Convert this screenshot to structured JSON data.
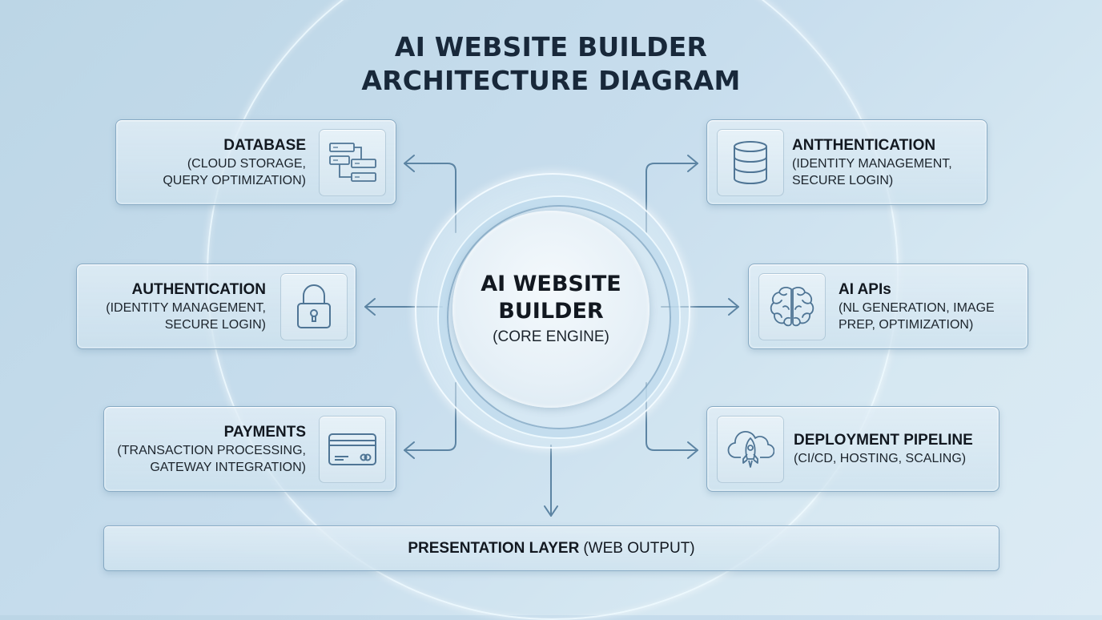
{
  "title": {
    "line1": "AI WEBSITE BUILDER",
    "line2": "ARCHITECTURE DIAGRAM"
  },
  "core": {
    "line1": "AI WEBSITE",
    "line2": "BUILDER",
    "subtitle": "(CORE ENGINE)"
  },
  "nodes": [
    {
      "id": "database",
      "side": "left",
      "title": "DATABASE",
      "desc1": "(CLOUD STORAGE,",
      "desc2": "QUERY OPTIMIZATION)",
      "icon": "database-schema-icon"
    },
    {
      "id": "authentication-left",
      "side": "left",
      "title": "AUTHENTICATION",
      "desc1": "(IDENTITY MANAGEMENT,",
      "desc2": "SECURE LOGIN)",
      "icon": "lock-icon"
    },
    {
      "id": "payments",
      "side": "left",
      "title": "PAYMENTS",
      "desc1": "(TRANSACTION PROCESSING,",
      "desc2": "GATEWAY INTEGRATION)",
      "icon": "credit-card-icon"
    },
    {
      "id": "authentication-right",
      "side": "right",
      "title": "ANTTHENTICATION",
      "desc1": "(IDENTITY MANAGEMENT,",
      "desc2": " SECURE LOGIN)",
      "icon": "database-cylinder-icon"
    },
    {
      "id": "ai-apis",
      "side": "right",
      "title": "AI APIs",
      "desc1": "(NL GENERATION, IMAGE",
      "desc2": "PREP, OPTIMIZATION)",
      "icon": "brain-icon"
    },
    {
      "id": "deployment",
      "side": "right",
      "title": "DEPLOYMENT PIPELINE",
      "desc1": "(CI/CD, HOSTING, SCALING)",
      "desc2": "",
      "icon": "cloud-rocket-icon"
    }
  ],
  "bottom": {
    "bold": "PRESENTATION LAYER",
    "normal": "(WEB OUTPUT)"
  },
  "colors": {
    "background": "#c4dbea",
    "connector": "#5c84a3",
    "text": "#121820",
    "card_border": "#6e96b4"
  }
}
